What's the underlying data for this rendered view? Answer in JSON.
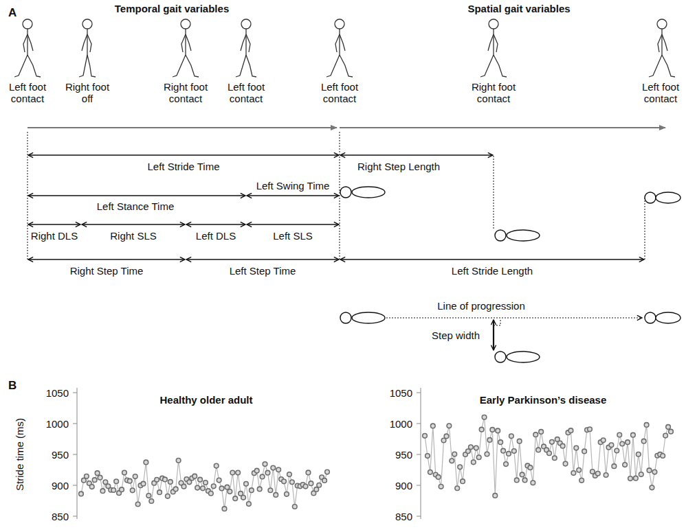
{
  "diagram": {
    "labels": [
      "A",
      "Temporal gait variables",
      "Spatial gait variables",
      "Left foot contact",
      "Right foot off",
      "Right foot contact",
      "Left foot contact",
      "Left foot contact",
      "Right foot contact",
      "Left foot contact",
      "Left Stride Time",
      "Right Step Length",
      "Left Stance Time",
      "Left Swing Time",
      "Right DLS",
      "Right SLS",
      "Left DLS",
      "Left SLS",
      "Right Step Time",
      "Left Step Time",
      "Left Stride Length",
      "Line of progression",
      "Step width",
      "B",
      "Healthy older adult",
      "Early Parkinson’s disease",
      "Stride time (ms)",
      "1050",
      "1000",
      "950",
      "900",
      "850",
      "1050",
      "1000",
      "950",
      "900",
      "850"
    ]
  }
}
